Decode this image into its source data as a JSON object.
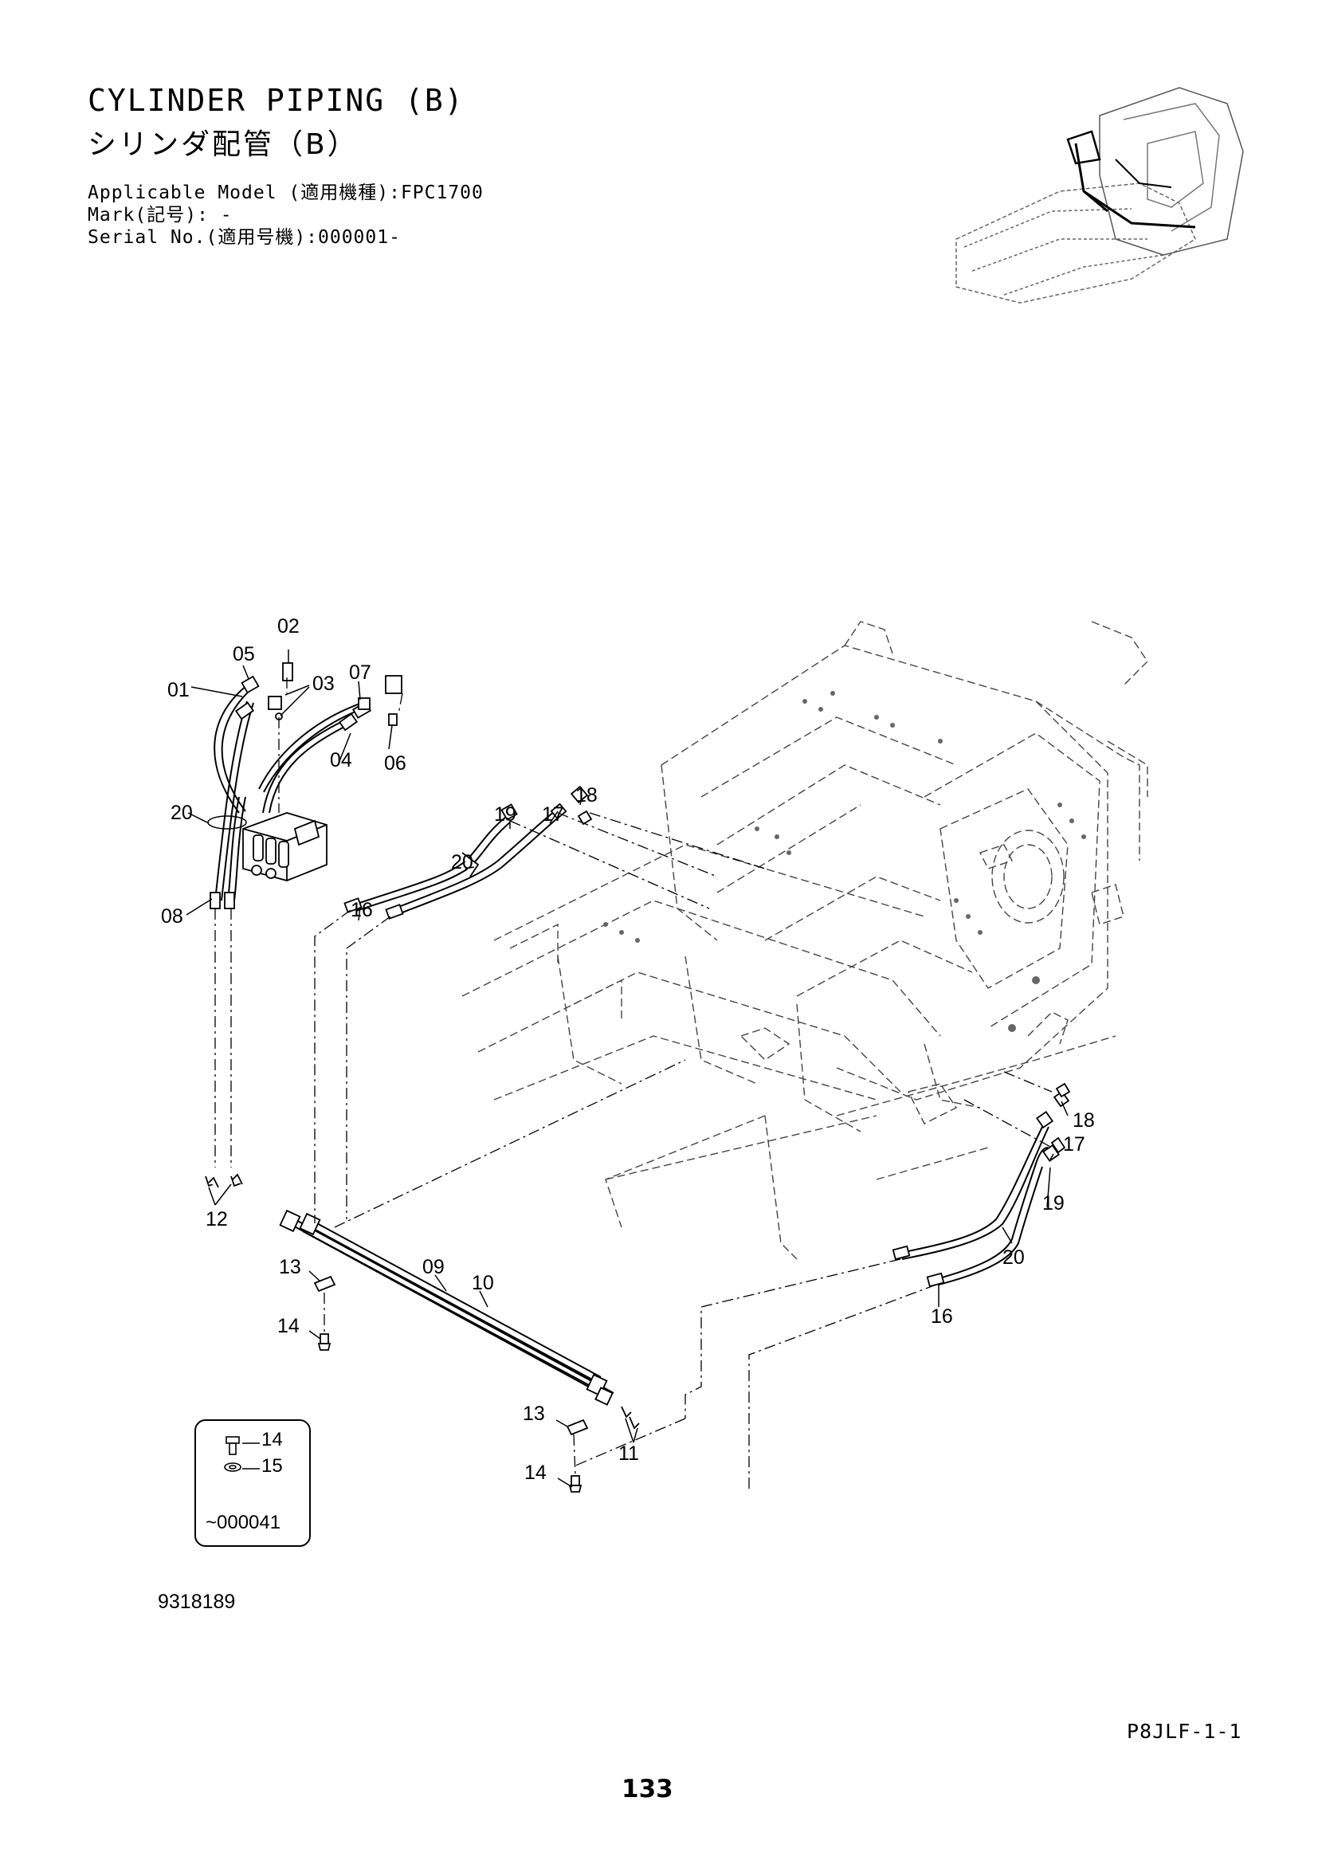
{
  "header": {
    "title_en": "CYLINDER PIPING (B)",
    "title_ja": "シリンダ配管（B）",
    "applicable_model": "Applicable Model (適用機種):FPC1700",
    "mark": "Mark(記号): -",
    "serial_no": "Serial No.(適用号機):000001-"
  },
  "callouts": {
    "c01": "01",
    "c02": "02",
    "c03": "03",
    "c04": "04",
    "c05": "05",
    "c06": "06",
    "c07": "07",
    "c08": "08",
    "c09": "09",
    "c10": "10",
    "c11": "11",
    "c12": "12",
    "c13a": "13",
    "c13b": "13",
    "c14a": "14",
    "c14b": "14",
    "c16a": "16",
    "c16b": "16",
    "c17a": "17",
    "c17b": "17",
    "c18a": "18",
    "c18b": "18",
    "c19a": "19",
    "c19b": "19",
    "c20a": "20",
    "c20b": "20",
    "c20c": "20"
  },
  "inset": {
    "part_a": "14",
    "part_b": "15",
    "serial_range": "~000041"
  },
  "footer": {
    "drawing_number": "9318189",
    "page_code": "P8JLF-1-1",
    "page_number": "133"
  }
}
